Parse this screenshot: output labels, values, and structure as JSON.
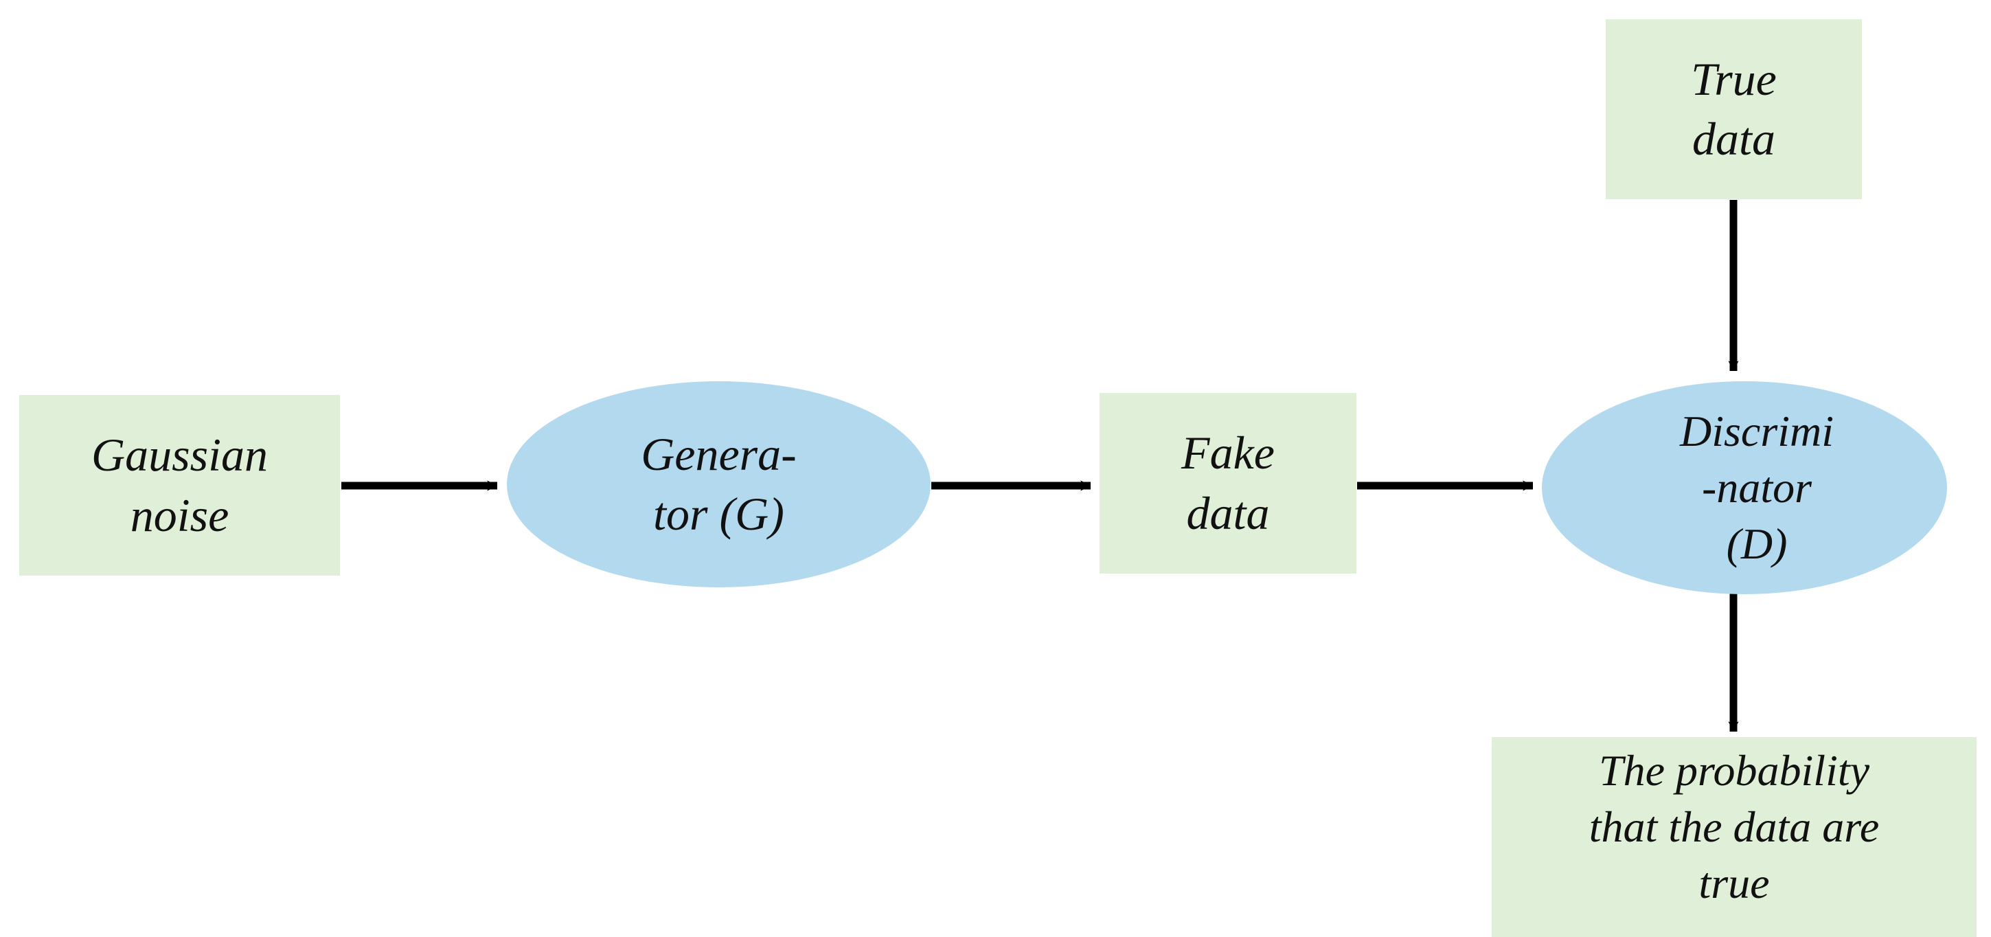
{
  "diagram": {
    "title": "Generative Adversarial Network (GAN) flow diagram",
    "colors": {
      "box_fill": "#e0f0d8",
      "ellipse_fill": "#b3d9ef",
      "arrow": "#000000",
      "text": "#111111",
      "background": "#ffffff"
    },
    "nodes": {
      "gaussian_noise": {
        "label": "Gaussian\nnoise",
        "shape": "rectangle"
      },
      "generator": {
        "label": "Genera-\ntor (G)",
        "shape": "ellipse"
      },
      "fake_data": {
        "label": "Fake\ndata",
        "shape": "rectangle"
      },
      "true_data": {
        "label": "True\ndata",
        "shape": "rectangle"
      },
      "discriminator": {
        "label": "Discrimi\n-nator\n(D)",
        "shape": "ellipse"
      },
      "probability": {
        "label": "The probability\nthat the data are\ntrue",
        "shape": "rectangle"
      }
    },
    "edges": [
      {
        "name": "noise-to-generator",
        "from": "gaussian_noise",
        "to": "generator",
        "direction": "right"
      },
      {
        "name": "generator-to-fake-data",
        "from": "generator",
        "to": "fake_data",
        "direction": "right"
      },
      {
        "name": "fake-data-to-discriminator",
        "from": "fake_data",
        "to": "discriminator",
        "direction": "right"
      },
      {
        "name": "true-data-to-discriminator",
        "from": "true_data",
        "to": "discriminator",
        "direction": "down"
      },
      {
        "name": "discriminator-to-probability",
        "from": "discriminator",
        "to": "probability",
        "direction": "down"
      }
    ]
  }
}
